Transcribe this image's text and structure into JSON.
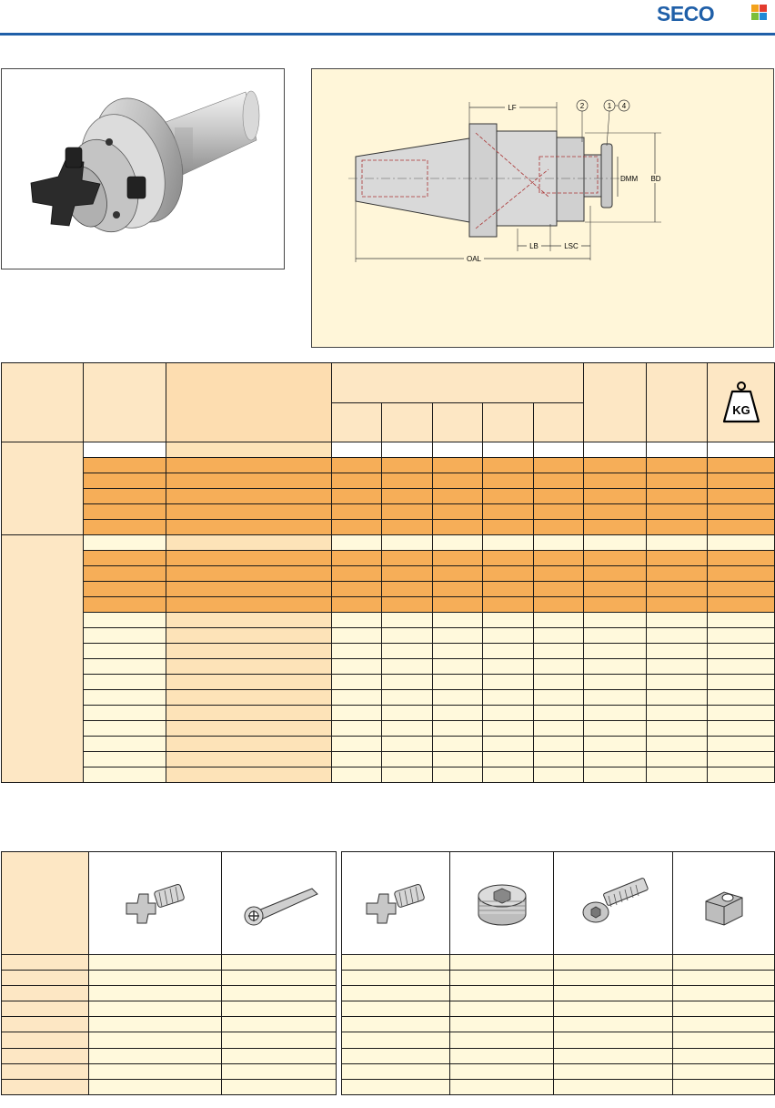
{
  "brand": {
    "name": "SECO",
    "text_color": "#1f5fa8",
    "square_colors": [
      "#f3a21b",
      "#e33b2e",
      "#7bbf3a",
      "#1f8ad6"
    ]
  },
  "diagram": {
    "labels": {
      "lf": "LF",
      "lb": "LB",
      "lsc": "LSC",
      "oal": "OAL",
      "dmm": "DMM",
      "bd": "BD",
      "callout_2": "2",
      "callout_1": "1",
      "callout_4": "4"
    }
  },
  "main_table": {
    "weight_icon": {
      "name": "weight-kg-icon",
      "label": "KG"
    },
    "groups": [
      {
        "row_colors": [
          "white",
          "orange",
          "orange",
          "orange",
          "orange",
          "orange"
        ]
      },
      {
        "row_colors": [
          "cream",
          "orange",
          "orange",
          "orange",
          "orange",
          "cream",
          "cream",
          "cream",
          "cream",
          "cream",
          "cream",
          "cream",
          "cream",
          "cream",
          "cream",
          "cream"
        ]
      }
    ]
  },
  "accessories": {
    "left_icons": [
      "cross-key-screw-icon",
      "spanner-wrench-icon"
    ],
    "right_icons": [
      "cross-key-screw-icon",
      "threaded-plug-icon",
      "socket-head-screw-icon",
      "drive-key-block-icon"
    ],
    "row_count": 9
  },
  "colors": {
    "accent_blue": "#1f5fa8",
    "orange_row": "#f6ae58",
    "peach_header": "#fde7c4",
    "cream_row": "#fff9dc",
    "drawing_bg": "#fff6d9"
  }
}
